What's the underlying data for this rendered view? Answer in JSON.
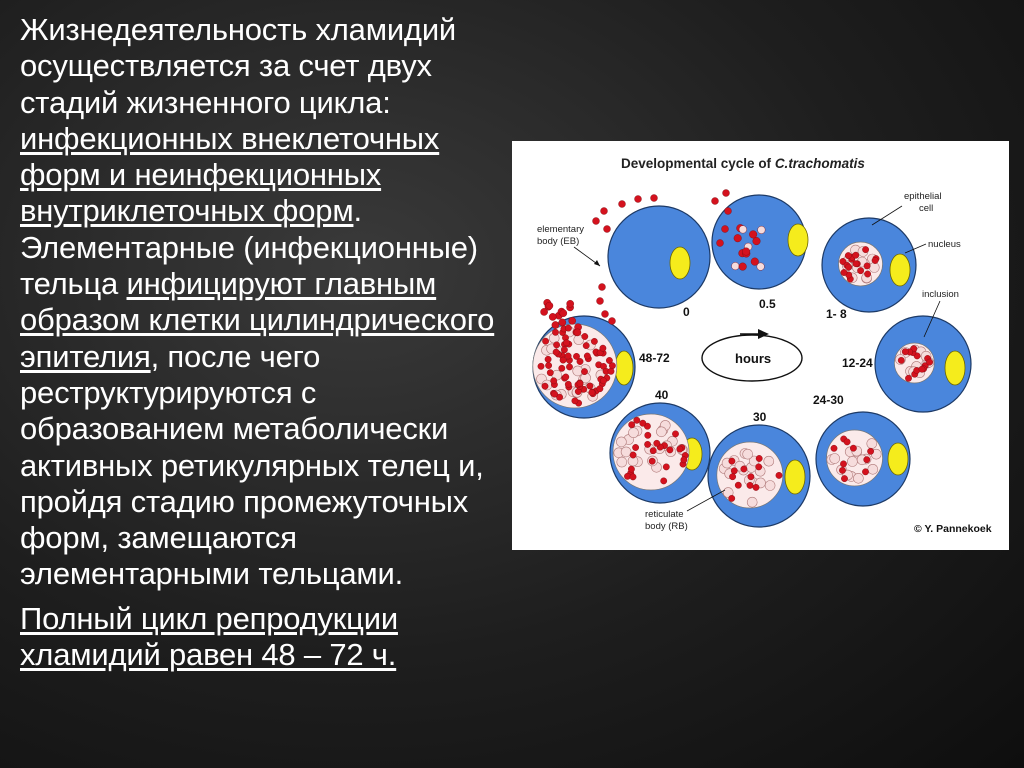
{
  "slide": {
    "paragraph1": {
      "s1": "Жизнедеятельность хламидий осуществляется за счет двух стадий жизненного цикла: ",
      "s2": "инфекционных внеклеточных форм и неинфекционных внутриклеточных форм",
      "s3": ". Элементарные (инфекционные) тельца ",
      "s4": "инфицируют главным образом клетки цилиндрического эпителия",
      "s5": ", после чего реструктурируются с образованием метаболически активных ретикулярных телец и, пройдя стадию промежуточных форм, замещаются элементарными тельцами."
    },
    "paragraph2": "Полный цикл репродукции хламидий равен 48 – 72 ч."
  },
  "figure": {
    "title_prefix": "Developmental cycle of ",
    "title_italic": "C.trachomatis",
    "center_label": "hours",
    "labels": {
      "eb_line1": "elementary",
      "eb_line2": "body (EB)",
      "epi_line1": "epithelial",
      "epi_line2": "cell",
      "nucleus": "nucleus",
      "inclusion": "inclusion",
      "rb_line1": "reticulate",
      "rb_line2": "body (RB)"
    },
    "copyright": "© Y. Pannekoek",
    "stages": [
      "0",
      "0.5",
      "1- 8",
      "12-24",
      "24-30",
      "30",
      "40",
      "48-72"
    ],
    "colors": {
      "cell": "#4a86dc",
      "nucleus": "#f5ec1c",
      "eb": "#d4121e",
      "rb": "#f6dcdc",
      "inclusion": "#fbeaea"
    }
  }
}
